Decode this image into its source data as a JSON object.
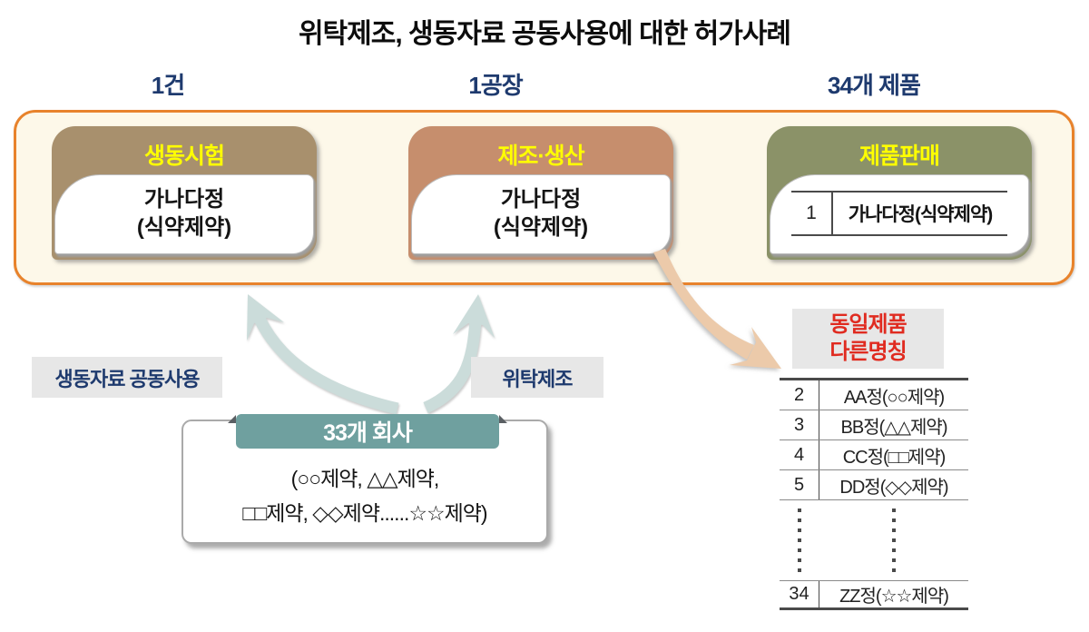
{
  "title": "위탁제조, 생동자료 공동사용에 대한 허가사례",
  "counts": {
    "left": "1건",
    "middle": "1공장",
    "right": "34개 제품"
  },
  "cards": [
    {
      "header": "생동시험",
      "line1": "가나다정",
      "line2": "(식약제약)"
    },
    {
      "header": "제조·생산",
      "line1": "가나다정",
      "line2": "(식약제약)"
    },
    {
      "header": "제품판매",
      "row_no": "1",
      "row_name": "가나다정(식약제약)"
    }
  ],
  "flow_labels": {
    "left": "생동자료 공동사용",
    "right": "위탁제조"
  },
  "company_box": {
    "badge": "33개 회사",
    "line1": "(○○제약, △△제약,",
    "line2": "□□제약, ◇◇제약......☆☆제약)"
  },
  "same_product_label": {
    "line1": "동일제품",
    "line2": "다른명칭"
  },
  "product_table": {
    "rows": [
      {
        "no": "2",
        "name": "AA정(○○제약)"
      },
      {
        "no": "3",
        "name": "BB정(△△제약)"
      },
      {
        "no": "4",
        "name": "CC정(□□제약)"
      },
      {
        "no": "5",
        "name": "DD정(◇◇제약)"
      }
    ],
    "last_row": {
      "no": "34",
      "name": "ZZ정(☆☆제약)"
    }
  },
  "colors": {
    "accent-orange": "#e8832c",
    "panel-cream": "#fdf8e9",
    "card1-header": "#a8906d",
    "card2-header": "#c68e6d",
    "card3-header": "#8b9268",
    "header-text-yellow": "#ffff00",
    "navy": "#1e3a6e",
    "badge-teal": "#6fa09f",
    "label-gray": "#e7e7e7",
    "red": "#e02b20",
    "arrow-teal": "#cbdcda",
    "arrow-tan": "#eccaaa"
  }
}
